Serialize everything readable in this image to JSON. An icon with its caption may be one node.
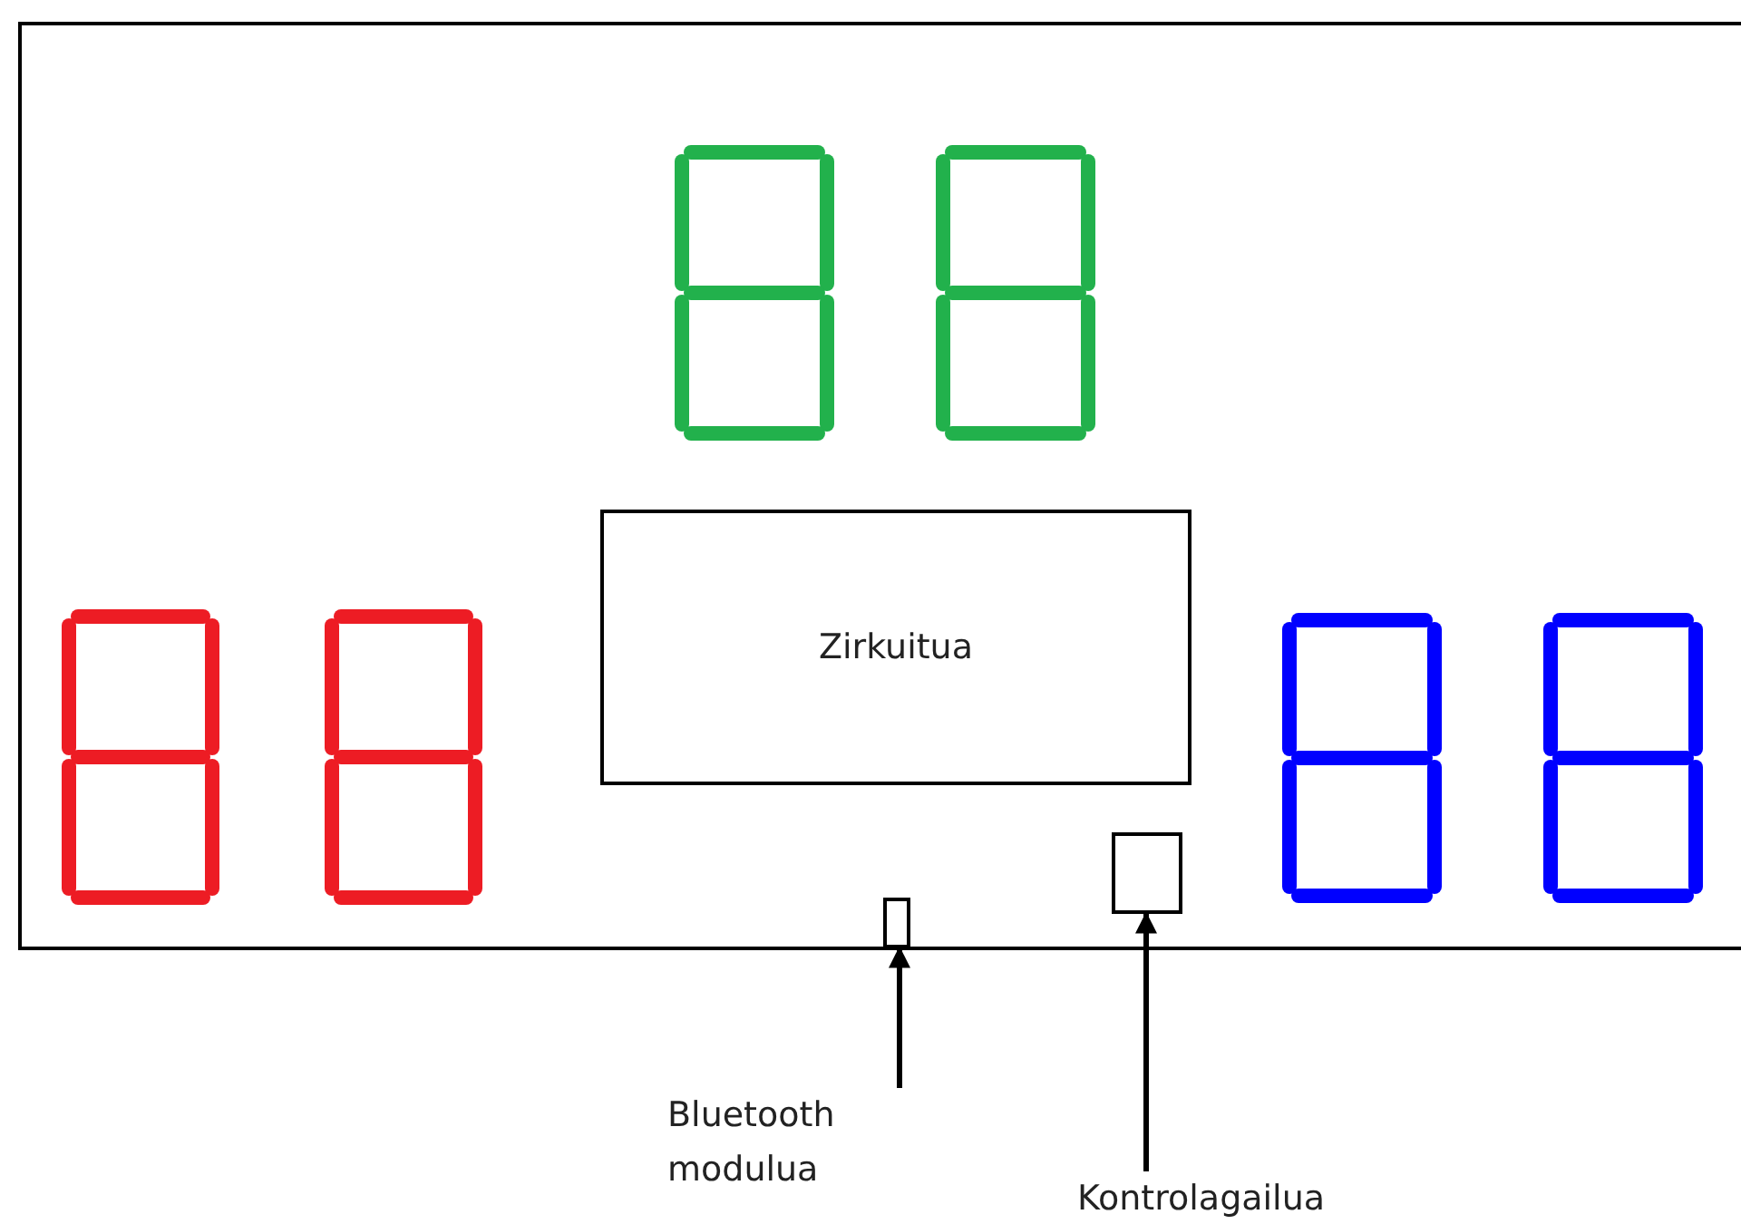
{
  "diagram": {
    "nodes": [
      {
        "text": [],
        "shape": "box"
      },
      {
        "text": [
          "Zirkuitua"
        ],
        "in": 0
      },
      {
        "text": [],
        "shape": "box",
        "in": 0
      },
      {
        "text": [],
        "shape": "box",
        "in": 0
      },
      {
        "text": [
          "Bluetooth modulua"
        ]
      },
      {
        "text": [
          "Kontrolagailua"
        ]
      }
    ],
    "edges": [
      {
        "from": 4,
        "to": 2,
        "arrow": "to"
      },
      {
        "from": 5,
        "to": 3,
        "arrow": "to"
      }
    ]
  }
}
